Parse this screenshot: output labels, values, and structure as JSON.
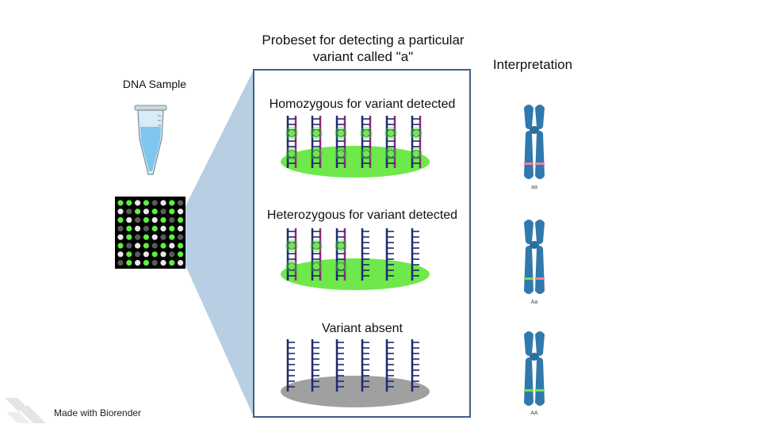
{
  "probeset_title": "Probeset for detecting a particular\nvariant called \"a\"",
  "sample_label": "DNA Sample",
  "interpretation_label": "Interpretation",
  "panels": [
    {
      "title": "Homozygous for variant detected",
      "genotype": "aa",
      "signal": "green",
      "labeled_probes": 6
    },
    {
      "title": "Heterozygous for variant detected",
      "genotype": "Aa",
      "signal": "green",
      "labeled_probes": 3
    },
    {
      "title": "Variant absent",
      "genotype": "AA",
      "signal": "gray",
      "labeled_probes": 0
    }
  ],
  "credit": "Made with Biorender",
  "colors": {
    "probe": "#1f2a6e",
    "label_green": "#43d63a",
    "signal_green": "#6ee84a",
    "signal_gray": "#a0a0a0",
    "chromosome": "#2f79ad",
    "variant_marker": "#e9839b",
    "reference_marker": "#7be043",
    "panel_border": "#3f5f85",
    "zoom_wedge": "#b8cfe3"
  }
}
